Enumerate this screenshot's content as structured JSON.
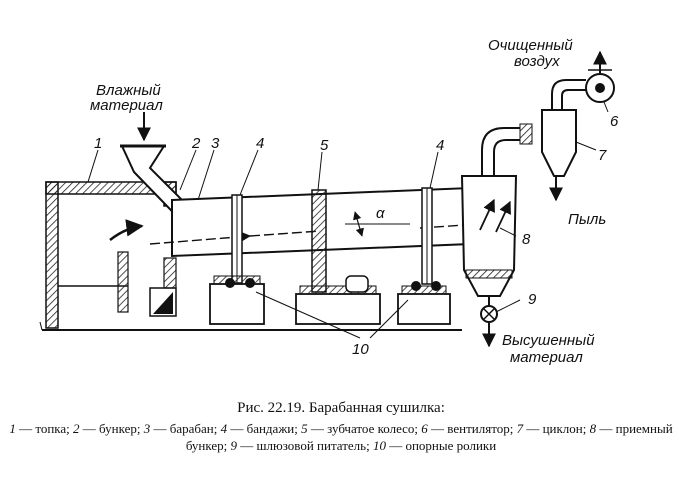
{
  "labels": {
    "wet_material_line1": "Влажный",
    "wet_material_line2": "материал",
    "clean_air_line1": "Очищенный",
    "clean_air_line2": "воздух",
    "dust": "Пыль",
    "dried_material_line1": "Высушенный",
    "dried_material_line2": "материал",
    "alpha": "α"
  },
  "numbers": {
    "n1": "1",
    "n2": "2",
    "n3": "3",
    "n4a": "4",
    "n4b": "4",
    "n5": "5",
    "n6": "6",
    "n7": "7",
    "n8": "8",
    "n9": "9",
    "n10": "10"
  },
  "caption": {
    "title": "Рис. 22.19. Барабанная сушилка:",
    "legend": [
      {
        "num": "1",
        "text": " — топка; "
      },
      {
        "num": "2",
        "text": " — бункер; "
      },
      {
        "num": "3",
        "text": " — барабан; "
      },
      {
        "num": "4",
        "text": " — бандажи; "
      },
      {
        "num": "5",
        "text": " — зубчатое колесо; "
      },
      {
        "num": "6",
        "text": " — вентилятор; "
      },
      {
        "num": "7",
        "text": " — циклон; "
      },
      {
        "num": "8",
        "text": " — приемный бункер; "
      },
      {
        "num": "9",
        "text": " — шлюзовой питатель; "
      },
      {
        "num": "10",
        "text": " — опорные ролики"
      }
    ]
  },
  "colors": {
    "ink": "#111111",
    "hatch": "#222222",
    "background": "#ffffff"
  }
}
